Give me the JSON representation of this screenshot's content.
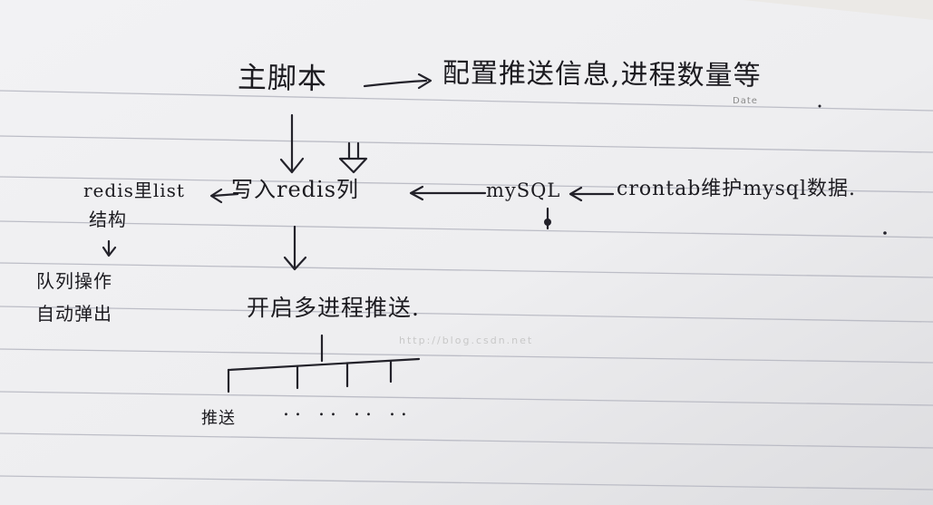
{
  "photo": {
    "header_line": {
      "left": "主脚本",
      "right": "配置推送信息,进程数量等"
    },
    "write_node": "写入redis列",
    "left_notes": [
      "redis里list",
      "结构",
      "队列操作",
      "自动弹出"
    ],
    "mysql_label": "mySQL",
    "crontab_label": "crontab维护mysql数据.",
    "multiprocess": "开启多进程推送.",
    "push_label": "推送",
    "trailing_dots": ".. .. .. ..",
    "paper_mark": "Date",
    "watermark": "http://blog.csdn.net"
  }
}
